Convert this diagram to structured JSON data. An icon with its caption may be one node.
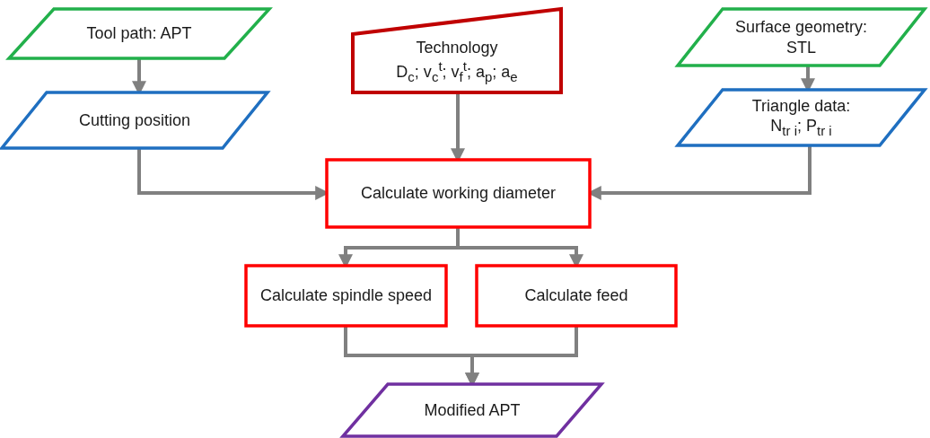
{
  "diagram": {
    "nodes": [
      {
        "text": [
          "Tool path: APT"
        ]
      },
      {
        "text": [
          "Cutting position"
        ]
      },
      {
        "text": [
          "Technology",
          "D$_{c}$; v$_{c}$$^{t}$; v$_{f}$$^{t}$; a$_{p}$; a$_{e}$"
        ]
      },
      {
        "text": [
          "Surface geometry: STL"
        ]
      },
      {
        "text": [
          "Triangle data:",
          "N$_{tr i}$; P$_{tr i}$"
        ]
      },
      {
        "text": [
          "Calculate working diameter"
        ]
      },
      {
        "text": [
          "Calculate spindle speed"
        ]
      },
      {
        "text": [
          "Calculate feed"
        ]
      },
      {
        "text": [
          "Modified APT"
        ]
      }
    ],
    "edges": [
      {
        "from": 0,
        "to": 1,
        "arrow": "to"
      },
      {
        "from": 1,
        "to": 5,
        "arrow": "to"
      },
      {
        "from": 2,
        "to": 5,
        "arrow": "to"
      },
      {
        "from": 3,
        "to": 4,
        "arrow": "to"
      },
      {
        "from": 4,
        "to": 5,
        "arrow": "to"
      },
      {
        "from": 5,
        "to": 6,
        "arrow": "to"
      },
      {
        "from": 5,
        "to": 7,
        "arrow": "to"
      },
      {
        "from": 6,
        "to": 8,
        "arrow": "to"
      },
      {
        "from": 7,
        "to": 8,
        "arrow": "to"
      }
    ]
  }
}
